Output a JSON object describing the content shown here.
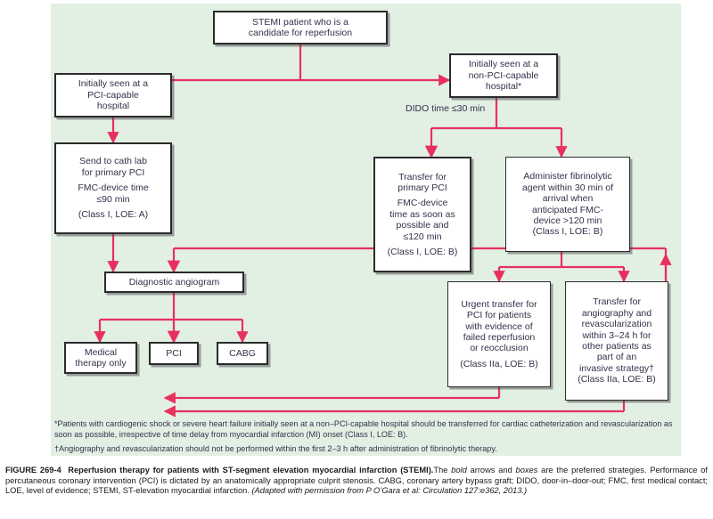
{
  "figure": {
    "number": "FIGURE 269-4",
    "title": "Reperfusion therapy for patients with ST-segment elevation myocardial infarction (STEMI).",
    "note1": "The ",
    "note_bold1": "bold",
    "note2": " arrows and ",
    "note_bold2": "boxes",
    "note3": " are the preferred strategies. Performance of percutaneous coronary intervention (PCI) is dictated by an anatomically appropriate culprit stenosis. CABG, coronary artery bypass graft; DIDO, door-in–door-out; FMC, first medical contact; LOE, level of evidence; STEMI, ST-elevation myocardial infarction. ",
    "source": "(Adapted with permission from P O’Gara et al: Circulation 127:e362, 2013.)"
  },
  "colors": {
    "panel_bg": "#e2efe3",
    "arrow": "#e8305f",
    "box_border": "#2b2b2b",
    "text": "#35304a"
  },
  "nodes": {
    "start": {
      "lines": [
        "STEMI patient who is a",
        "candidate for reperfusion"
      ]
    },
    "pci_hospital": {
      "lines": [
        "Initially seen at a",
        "PCI-capable",
        "hospital"
      ]
    },
    "non_pci_hospital": {
      "lines": [
        "Initially seen at a",
        "non-PCI-capable",
        "hospital*"
      ]
    },
    "cath_lab": {
      "lines": [
        "Send to cath lab",
        "for primary PCI",
        "",
        "FMC-device time",
        "≤90 min",
        "",
        "(Class I, LOE: A)"
      ]
    },
    "transfer_primary_pci": {
      "lines": [
        "Transfer for",
        "primary PCI",
        "",
        "FMC-device",
        "time as soon as",
        "possible and",
        "≤120 min",
        "",
        "(Class I, LOE: B)"
      ]
    },
    "fibrinolytic": {
      "lines": [
        "Administer fibrinolytic",
        "agent within 30 min of",
        "arrival when",
        "anticipated FMC-",
        "device >120 min",
        "(Class I, LOE: B)"
      ]
    },
    "urgent_transfer": {
      "lines": [
        "Urgent transfer for",
        "PCI for patients",
        "with evidence of",
        "failed reperfusion",
        "or reocclusion",
        "",
        "(Class IIa, LOE: B)"
      ]
    },
    "transfer_angio": {
      "lines": [
        "Transfer for",
        "angiography and",
        "revascularization",
        "within 3–24 h for",
        "other patients as",
        "part of an",
        "invasive strategy†",
        "(Class IIa, LOE: B)"
      ]
    },
    "diagnostic_angiogram": {
      "lines": [
        "Diagnostic angiogram"
      ]
    },
    "medical_therapy": {
      "lines": [
        "Medical",
        "therapy only"
      ]
    },
    "pci": {
      "lines": [
        "PCI"
      ]
    },
    "cabg": {
      "lines": [
        "CABG"
      ]
    }
  },
  "edge_labels": {
    "dido": "DIDO time ≤30 min"
  },
  "footnotes": {
    "star": "*Patients with cardiogenic shock or severe heart failure initially seen at a non–PCI-capable hospital should be transferred for cardiac catheterization and revascularization as soon as possible, irrespective of time delay from myocardial infarction (MI) onset (Class I, LOE: B).",
    "dagger": "†Angiography and revascularization should not be performed within the first 2–3 h after administration of fibrinolytic therapy."
  }
}
